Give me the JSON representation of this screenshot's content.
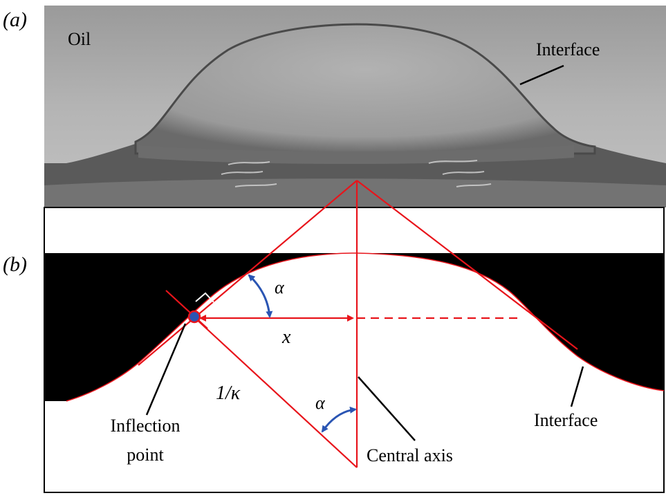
{
  "panel_a": {
    "label": "(a)",
    "oil_label": "Oil",
    "interface_label": "Interface"
  },
  "panel_b": {
    "label": "(b)",
    "alpha_top": "α",
    "alpha_bottom": "α",
    "x_label": "x",
    "radius_label": "1/κ",
    "inflection_line1": "Inflection",
    "inflection_line2": "point",
    "central_axis_label": "Central axis",
    "interface_label": "Interface"
  },
  "colors": {
    "construction": "#e8141b",
    "angle_arrow": "#2a55b3",
    "leader": "#000000",
    "background_dark": "#000000",
    "photo_light": "#aaaaaa",
    "photo_dark": "#4a4a4a"
  }
}
